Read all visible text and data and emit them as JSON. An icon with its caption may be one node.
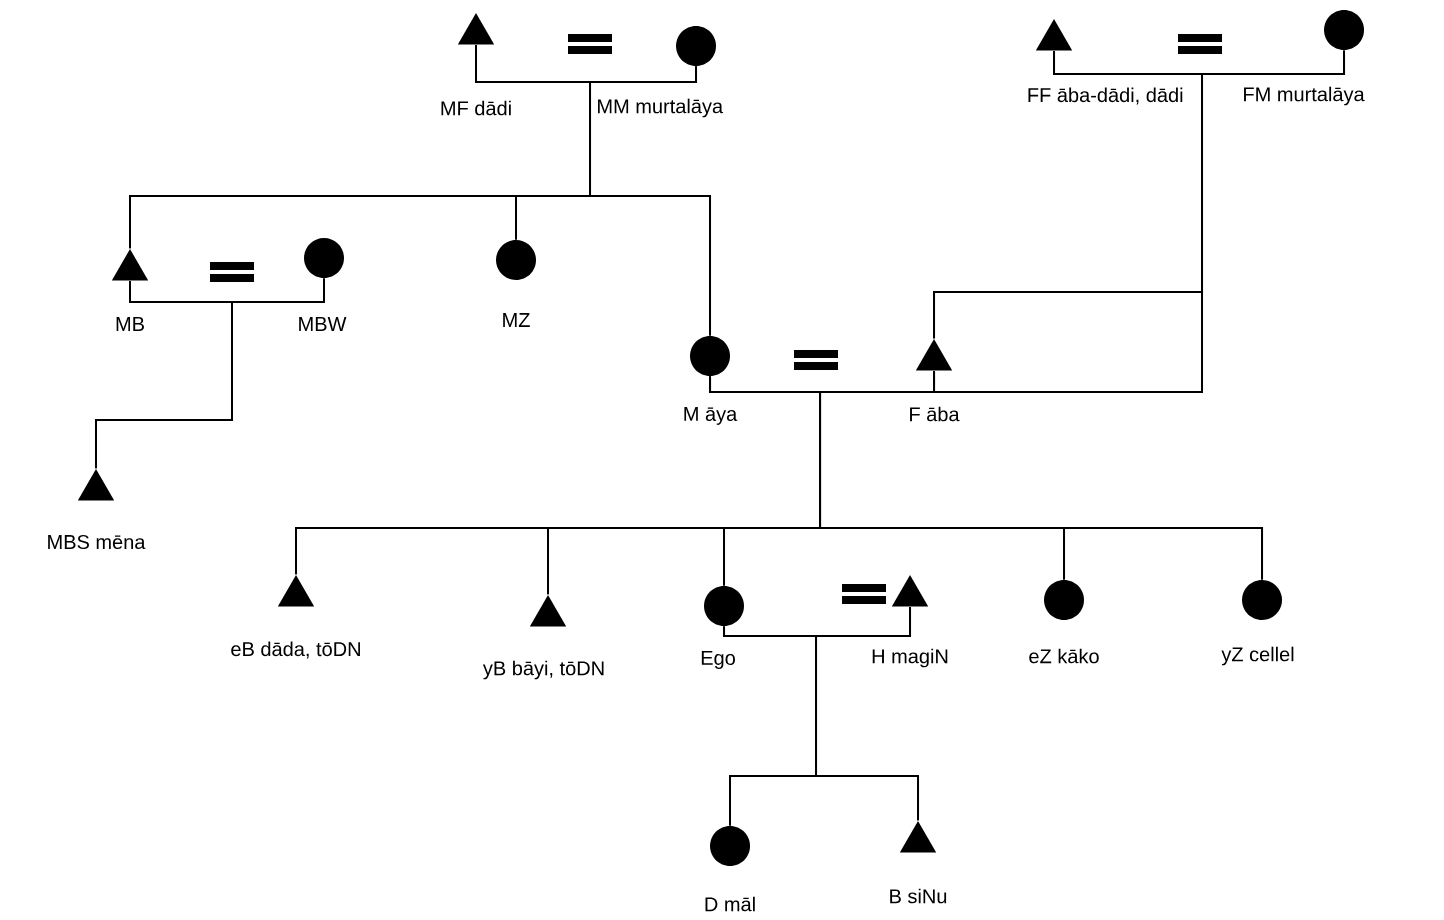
{
  "diagram": {
    "nodes": [
      {
        "text": [],
        "shape": "triangle",
        "beside": [
          "MF dādi"
        ]
      },
      {
        "text": [],
        "shape": "circle",
        "beside": [
          "MM murtalāya"
        ]
      },
      {
        "text": [],
        "shape": "triangle",
        "beside": [
          "FF āba-dādi, dādi"
        ]
      },
      {
        "text": [],
        "shape": "circle",
        "beside": [
          "FM murtalāya"
        ]
      },
      {
        "text": [],
        "shape": "triangle",
        "beside": [
          "MB"
        ]
      },
      {
        "text": [],
        "shape": "circle",
        "beside": [
          "MBW"
        ]
      },
      {
        "text": [],
        "shape": "circle",
        "beside": [
          "MZ"
        ]
      },
      {
        "text": [],
        "shape": "circle",
        "beside": [
          "M āya"
        ]
      },
      {
        "text": [],
        "shape": "triangle",
        "beside": [
          "F āba"
        ]
      },
      {
        "text": [],
        "shape": "triangle",
        "beside": [
          "MBS mēna"
        ]
      },
      {
        "text": [],
        "shape": "triangle",
        "beside": [
          "eB dāda, tōDN"
        ]
      },
      {
        "text": [],
        "shape": "triangle",
        "beside": [
          "yB bāyi, tōDN"
        ]
      },
      {
        "text": [],
        "shape": "circle",
        "beside": [
          "Ego"
        ]
      },
      {
        "text": [],
        "shape": "triangle",
        "beside": [
          "H magiN"
        ]
      },
      {
        "text": [],
        "shape": "circle",
        "beside": [
          "eZ kāko"
        ]
      },
      {
        "text": [],
        "shape": "circle",
        "beside": [
          "yZ cellel"
        ]
      },
      {
        "text": [],
        "shape": "circle",
        "beside": [
          "D māl"
        ]
      },
      {
        "text": [],
        "shape": "triangle",
        "beside": [
          "B siNu"
        ]
      }
    ],
    "edges": [
      {
        "from": 0,
        "to": 1,
        "arrow": "none"
      },
      {
        "from": 0,
        "to": 4,
        "arrow": "none"
      },
      {
        "from": 1,
        "to": 4,
        "arrow": "none"
      },
      {
        "from": 0,
        "to": 6,
        "arrow": "none"
      },
      {
        "from": 1,
        "to": 6,
        "arrow": "none"
      },
      {
        "from": 0,
        "to": 7,
        "arrow": "none"
      },
      {
        "from": 1,
        "to": 7,
        "arrow": "none"
      },
      {
        "from": 2,
        "to": 3,
        "arrow": "none"
      },
      {
        "from": 2,
        "to": 8,
        "arrow": "none"
      },
      {
        "from": 3,
        "to": 8,
        "arrow": "none"
      },
      {
        "from": 4,
        "to": 5,
        "arrow": "none"
      },
      {
        "from": 4,
        "to": 9,
        "arrow": "none"
      },
      {
        "from": 5,
        "to": 9,
        "arrow": "none"
      },
      {
        "from": 7,
        "to": 8,
        "arrow": "none"
      },
      {
        "from": 7,
        "to": 10,
        "arrow": "none"
      },
      {
        "from": 8,
        "to": 10,
        "arrow": "none"
      },
      {
        "from": 7,
        "to": 11,
        "arrow": "none"
      },
      {
        "from": 8,
        "to": 11,
        "arrow": "none"
      },
      {
        "from": 7,
        "to": 12,
        "arrow": "none"
      },
      {
        "from": 8,
        "to": 12,
        "arrow": "none"
      },
      {
        "from": 7,
        "to": 14,
        "arrow": "none"
      },
      {
        "from": 8,
        "to": 14,
        "arrow": "none"
      },
      {
        "from": 7,
        "to": 15,
        "arrow": "none"
      },
      {
        "from": 8,
        "to": 15,
        "arrow": "none"
      },
      {
        "from": 12,
        "to": 13,
        "arrow": "none"
      },
      {
        "from": 12,
        "to": 16,
        "arrow": "none"
      },
      {
        "from": 13,
        "to": 16,
        "arrow": "none"
      },
      {
        "from": 12,
        "to": 17,
        "arrow": "none"
      },
      {
        "from": 13,
        "to": 17,
        "arrow": "none"
      }
    ]
  }
}
